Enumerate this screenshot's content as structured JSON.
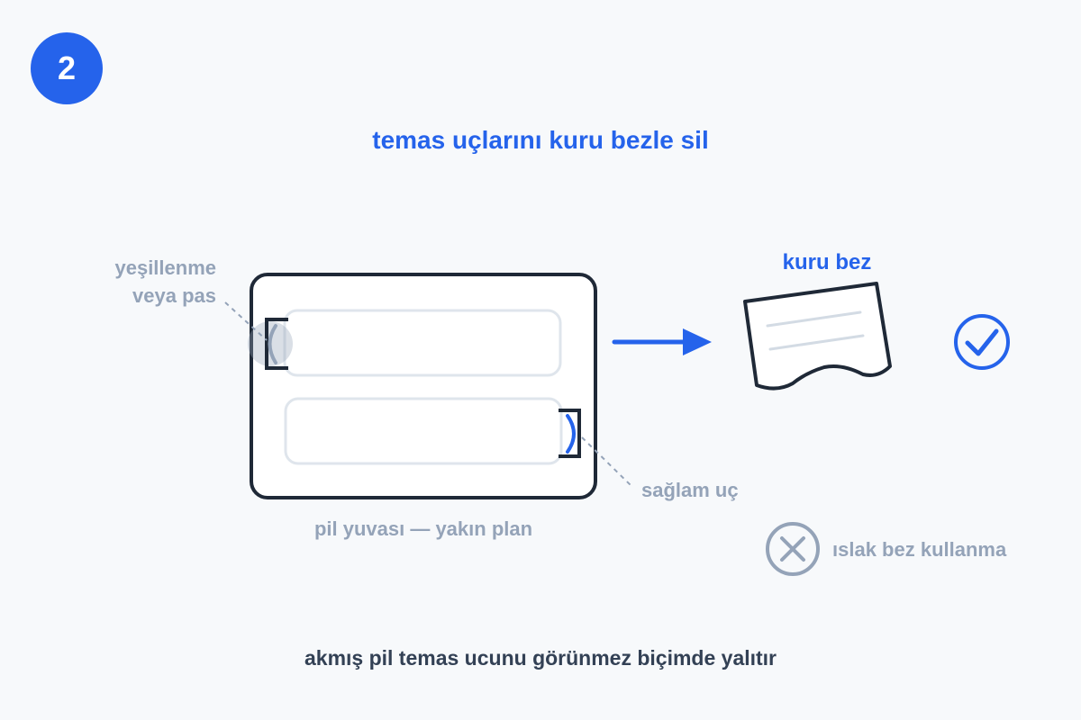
{
  "step": {
    "number": "2"
  },
  "title": "temas uçlarını kuru bezle sil",
  "labels": {
    "corrosion_line1": "yeşillenme",
    "corrosion_line2": "veya pas",
    "healthy_tip": "sağlam uç",
    "compartment_caption": "pil yuvası — yakın plan",
    "dry_cloth": "kuru bez",
    "wet_cloth_warning": "ıslak bez kullanma"
  },
  "footer": "akmış pil temas ucunu görünmez biçimde yalıtır",
  "colors": {
    "accent": "#2563eb",
    "muted": "#94a3b8",
    "dark": "#1f2937",
    "text_dark": "#334155",
    "slot": "#dfe5ec",
    "background": "#f7f9fb"
  },
  "icons": {
    "confirm": "check-circle-icon",
    "reject": "x-circle-icon",
    "direction": "arrow-right-icon",
    "cloth": "cloth-icon"
  }
}
